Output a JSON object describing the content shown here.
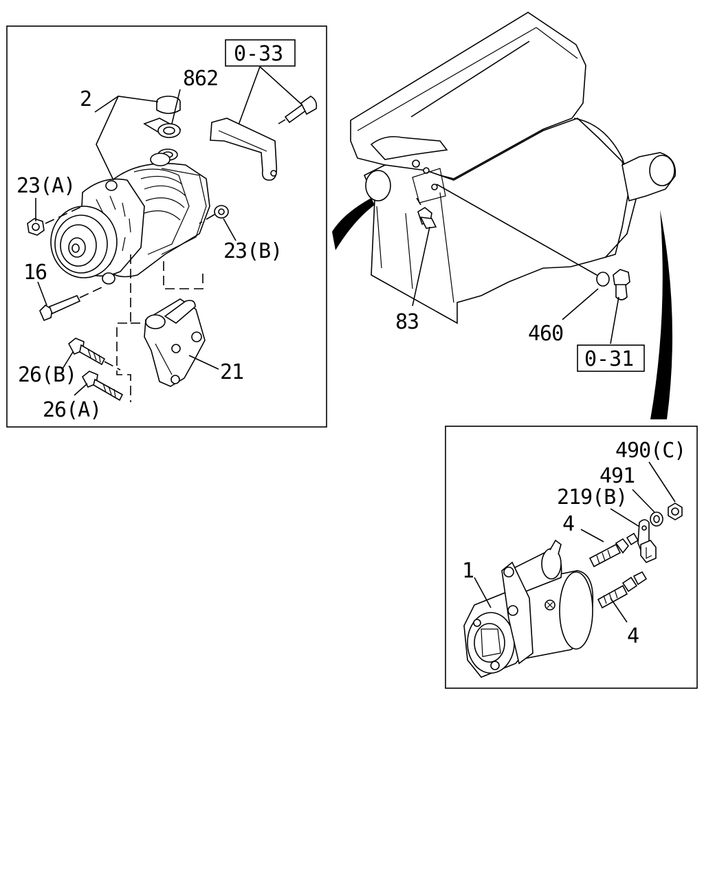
{
  "ref_boxes": {
    "top": "0-33",
    "engine": "0-31"
  },
  "labels": {
    "alternator": {
      "l862": "862",
      "l2": "2",
      "l23a": "23(A)",
      "l23b": "23(B)",
      "l16": "16",
      "l26b": "26(B)",
      "l26a": "26(A)",
      "l21": "21"
    },
    "engine": {
      "l83": "83",
      "l460": "460"
    },
    "starter": {
      "l490c": "490(C)",
      "l491": "491",
      "l219b": "219(B)",
      "l4_top": "4",
      "l1": "1",
      "l4_bottom": "4"
    }
  }
}
